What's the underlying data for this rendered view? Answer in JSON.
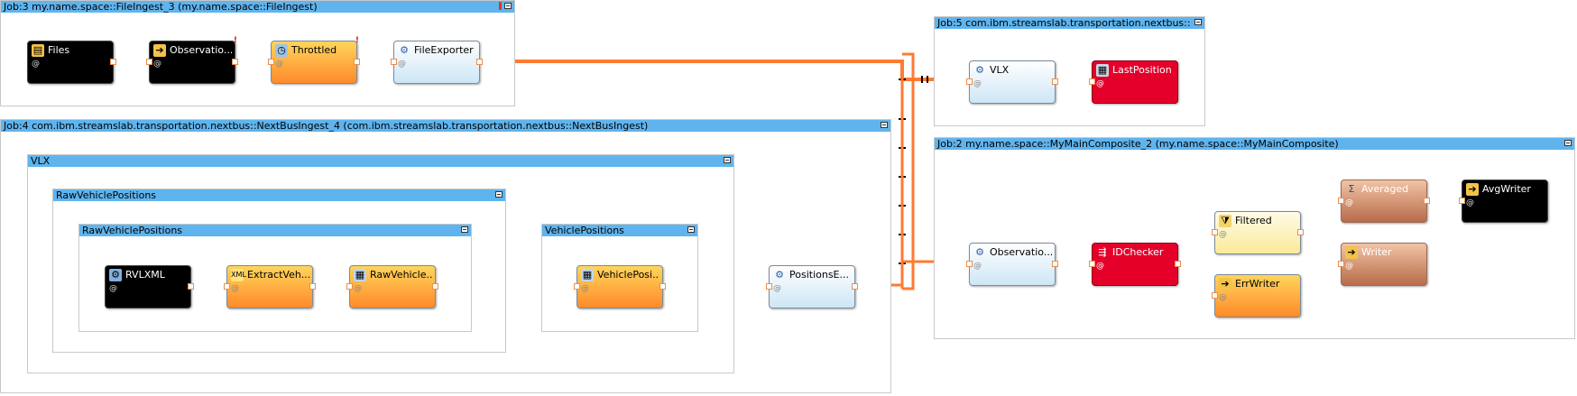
{
  "jobs": {
    "job3": {
      "title": "Job:3  my.name.space::FileIngest_3   (my.name.space::FileIngest)"
    },
    "job4": {
      "title": "Job:4  com.ibm.streamslab.transportation.nextbus::NextBusIngest_4   (com.ibm.streamslab.transportation.nextbus::NextBusIngest)"
    },
    "job5": {
      "title": "Job:5  com.ibm.streamslab.transportation.nextbus::"
    },
    "job2": {
      "title": "Job:2  my.name.space::MyMainComposite_2   (my.name.space::MyMainComposite)"
    }
  },
  "composites": {
    "vlx": "VLX",
    "raw_outer": "RawVehiclePositions",
    "raw_inner": "RawVehiclePositions",
    "vehicle_positions": "VehiclePositions"
  },
  "operators": {
    "files": {
      "label": "Files",
      "sub": "@",
      "icon": "folder-icon"
    },
    "observations_3": {
      "label": "Observatio...",
      "sub": "@",
      "icon": "import-icon"
    },
    "throttled": {
      "label": "Throttled",
      "sub": "@",
      "icon": "throttle-icon"
    },
    "file_exporter": {
      "label": "FileExporter",
      "sub": "@",
      "icon": "export-icon"
    },
    "rvlxml": {
      "label": "RVLXML",
      "sub": "@",
      "icon": "source-icon"
    },
    "extract_veh": {
      "label": "ExtractVeh...",
      "sub": "@",
      "icon": "xml-icon"
    },
    "raw_vehicle": {
      "label": "RawVehicle...",
      "sub": "@",
      "icon": "functor-icon"
    },
    "vehicle_posi": {
      "label": "VehiclePosi...",
      "sub": "@",
      "icon": "functor-icon"
    },
    "positions_e": {
      "label": "PositionsE...",
      "sub": "@",
      "icon": "export-icon"
    },
    "vlx_import": {
      "label": "VLX",
      "sub": "@",
      "icon": "import-icon"
    },
    "last_position": {
      "label": "LastPosition",
      "sub": "@",
      "icon": "table-icon"
    },
    "observations_2": {
      "label": "Observatio...",
      "sub": "@",
      "icon": "import-icon"
    },
    "id_checker": {
      "label": "IDChecker",
      "sub": "@",
      "icon": "split-icon"
    },
    "filtered": {
      "label": "Filtered",
      "sub": "@",
      "icon": "filter-icon"
    },
    "err_writer": {
      "label": "ErrWriter",
      "sub": "@",
      "icon": "writer-icon"
    },
    "averaged": {
      "label": "Averaged",
      "sub": "@",
      "icon": "sum-icon"
    },
    "writer": {
      "label": "Writer",
      "sub": "@",
      "icon": "writer-icon"
    },
    "avg_writer": {
      "label": "AvgWriter",
      "sub": "@",
      "icon": "writer-icon"
    }
  },
  "colors": {
    "job_bar": "#5fb4ee",
    "stream_orange": "#ff7a33",
    "stream_red": "#e5002a",
    "stream_yellow": "#f7d66b",
    "stream_brown": "#c56b45"
  }
}
